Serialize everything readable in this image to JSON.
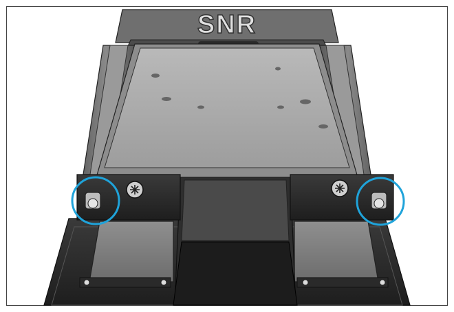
{
  "figure": {
    "logo_text": "SNR",
    "highlight_color": "#1fa3da",
    "components": [
      {
        "name": "carriage-plate"
      },
      {
        "name": "linear-rail-base"
      },
      {
        "name": "end-cap-with-logo"
      },
      {
        "name": "lubrication-nipple-left"
      },
      {
        "name": "lubrication-nipple-right"
      },
      {
        "name": "cross-screw-left"
      },
      {
        "name": "cross-screw-right"
      },
      {
        "name": "center-cover-strip"
      }
    ]
  }
}
